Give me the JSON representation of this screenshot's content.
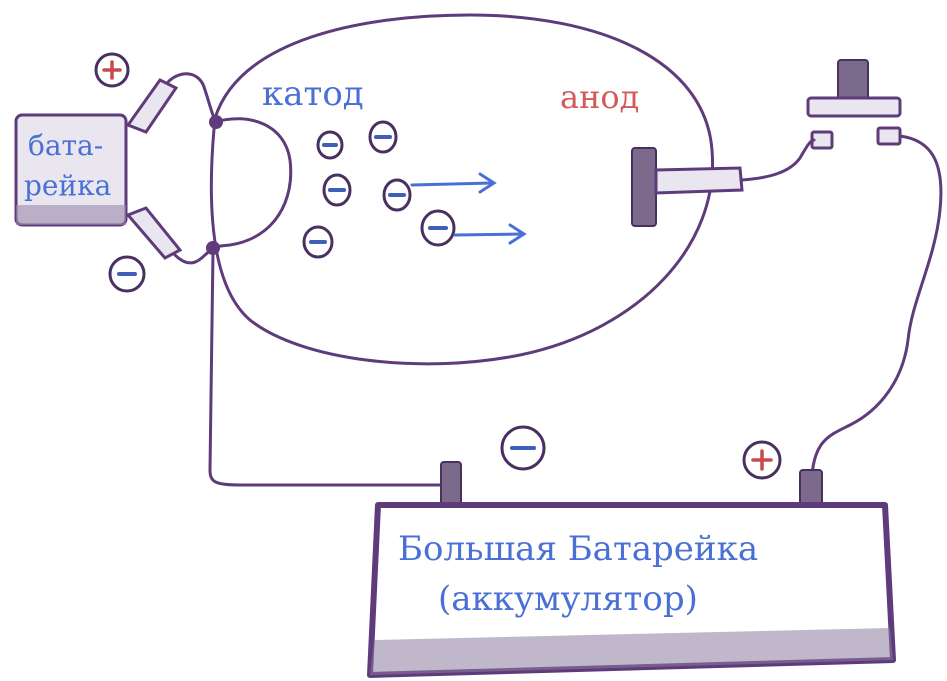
{
  "labels": {
    "small_battery": [
      "бата-",
      "рейка"
    ],
    "cathode": "катод",
    "anode": "анод",
    "big_battery": [
      "Большая Батарейка",
      "(аккумулятор)"
    ]
  },
  "colors": {
    "ink": "#5e3b7a",
    "blue_text": "#4a6fd6",
    "red_text": "#d45a5a"
  },
  "icons": {
    "electron": "minus-in-circle",
    "positive": "plus-in-circle"
  }
}
